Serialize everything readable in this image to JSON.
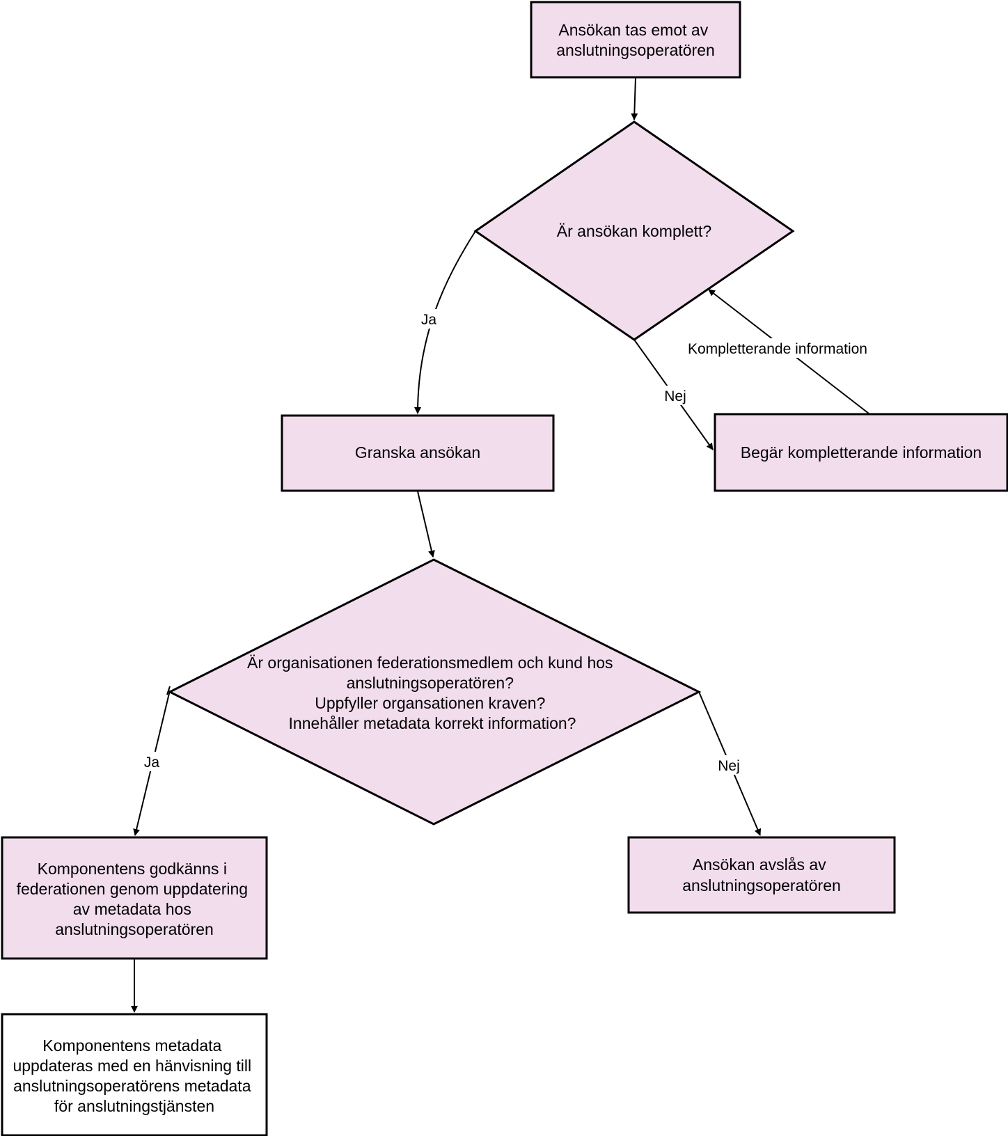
{
  "colors": {
    "node_fill": "#F2DDED",
    "plain_fill": "#FFFFFF",
    "stroke": "#000000"
  },
  "nodes": {
    "received": {
      "lines": [
        "Ansökan tas emot av",
        "anslutningsoperatören"
      ]
    },
    "complete_decision": {
      "lines": [
        "Är ansökan komplett?"
      ]
    },
    "review": {
      "lines": [
        "Granska ansökan"
      ]
    },
    "request_info": {
      "lines": [
        "Begär kompletterande information"
      ]
    },
    "requirements_decision": {
      "lines": [
        "Är organisationen federationsmedlem och kund hos",
        "anslutningsoperatören?",
        "Uppfyller organsationen kraven?",
        "Innehåller metadata korrekt information?"
      ]
    },
    "approved": {
      "lines": [
        "Komponentens  godkänns i",
        "federationen genom uppdatering",
        "av metadata hos",
        "anslutningsoperatören"
      ]
    },
    "rejected": {
      "lines": [
        "Ansökan avslås av",
        "anslutningsoperatören"
      ]
    },
    "metadata_update": {
      "lines": [
        "Komponentens metadata",
        "uppdateras med en hänvisning till",
        "anslutningsoperatörens metadata",
        "för anslutningstjänsten"
      ]
    }
  },
  "edge_labels": {
    "complete_yes": "Ja",
    "complete_no": "Nej",
    "supplementary": "Kompletterande information",
    "requirements_yes": "Ja",
    "requirements_no": "Nej"
  }
}
